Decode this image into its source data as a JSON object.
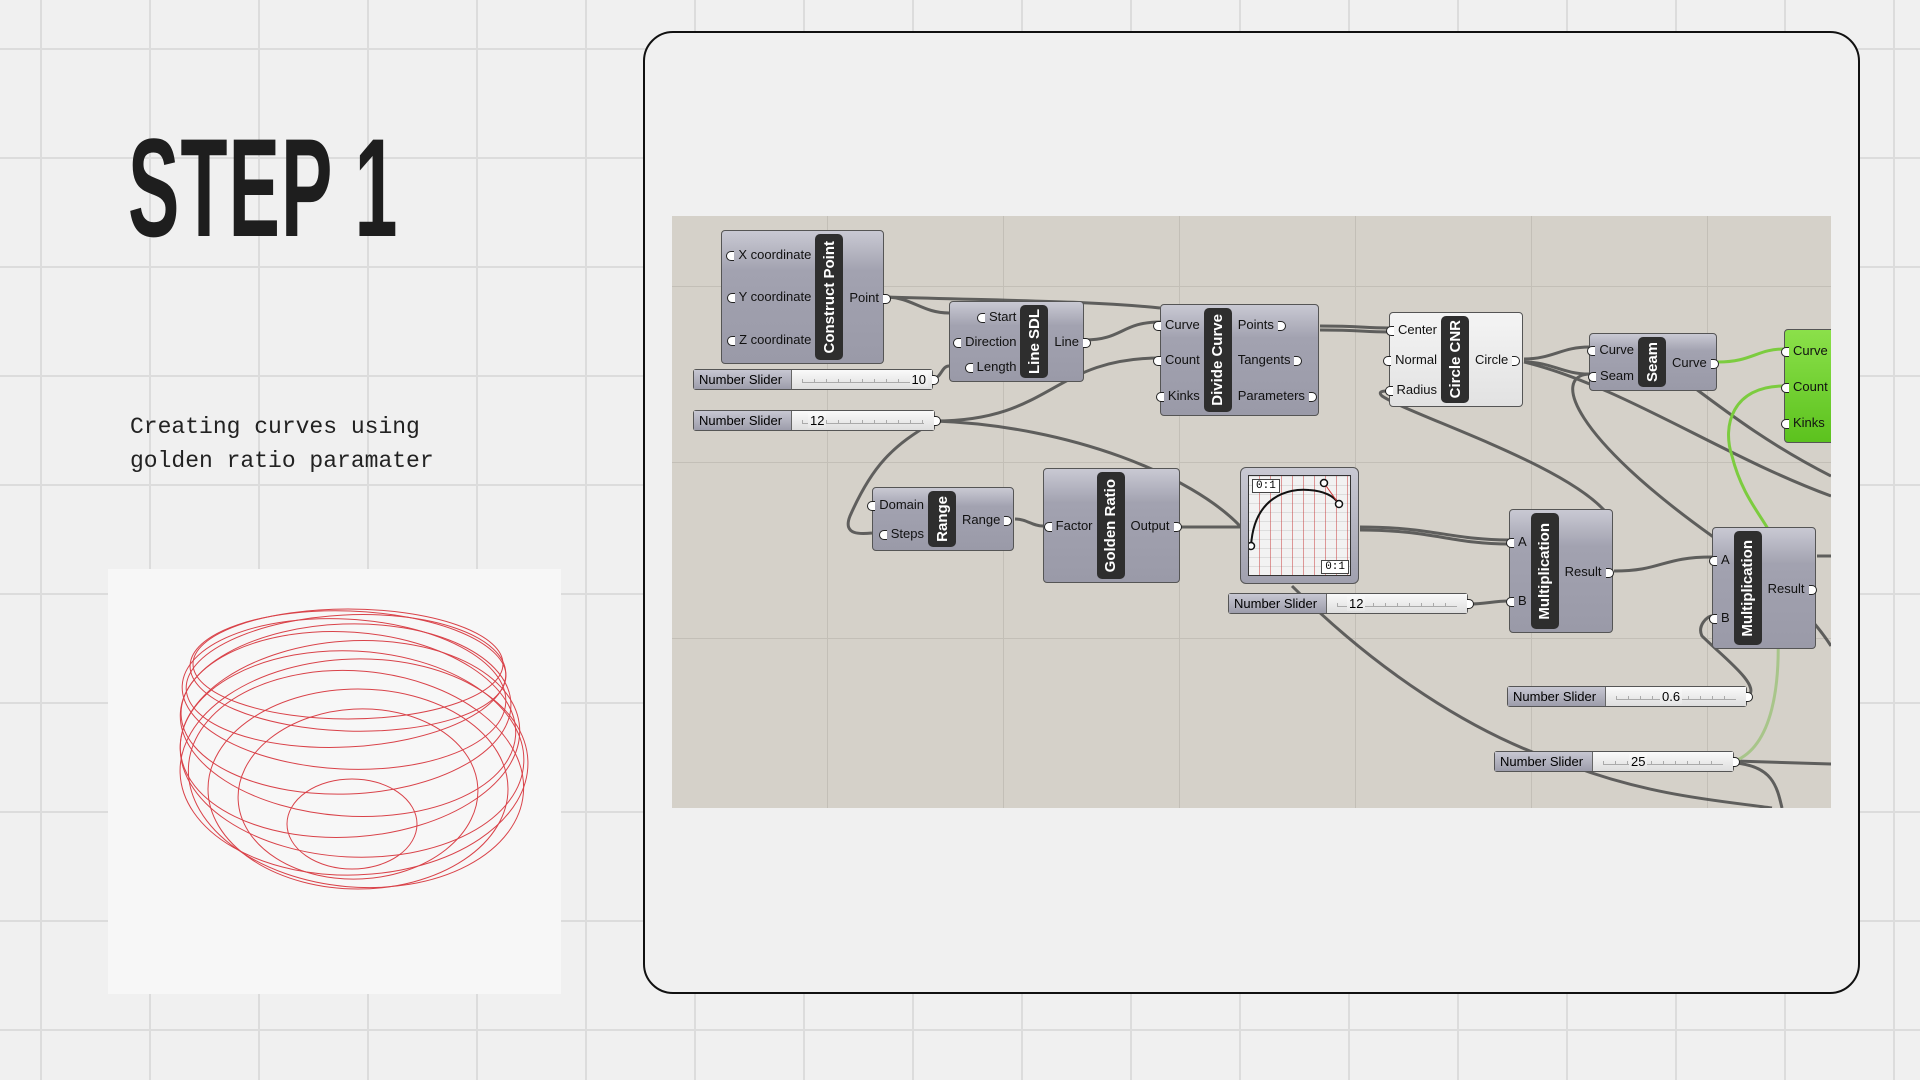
{
  "heading": "STEP 1",
  "description": [
    "Creating curves using",
    "golden ratio paramater"
  ],
  "colors": {
    "background": "#f0f0f0",
    "canvas": "#d5d1c9",
    "curve": "#d4232b",
    "green_node": "#6dd02c"
  },
  "nodes": {
    "construct_point": {
      "title": "Construct Point",
      "inputs": [
        "X coordinate",
        "Y coordinate",
        "Z coordinate"
      ],
      "outputs": [
        "Point"
      ]
    },
    "line_sdl": {
      "title": "Line SDL",
      "inputs": [
        "Start",
        "Direction",
        "Length"
      ],
      "outputs": [
        "Line"
      ]
    },
    "divide_curve": {
      "title": "Divide Curve",
      "inputs": [
        "Curve",
        "Count",
        "Kinks"
      ],
      "outputs": [
        "Points",
        "Tangents",
        "Parameters"
      ]
    },
    "circle_cnr": {
      "title": "Circle CNR",
      "inputs": [
        "Center",
        "Normal",
        "Radius"
      ],
      "outputs": [
        "Circle"
      ]
    },
    "seam": {
      "title": "Seam",
      "inputs": [
        "Curve",
        "Seam"
      ],
      "outputs": [
        "Curve"
      ]
    },
    "green": {
      "inputs": [
        "Curve",
        "Count",
        "Kinks"
      ]
    },
    "range": {
      "title": "Range",
      "inputs": [
        "Domain",
        "Steps"
      ],
      "outputs": [
        "Range"
      ]
    },
    "golden_ratio": {
      "title": "Golden Ratio",
      "inputs": [
        "Factor"
      ],
      "outputs": [
        "Output"
      ]
    },
    "mult1": {
      "title": "Multiplication",
      "inputs": [
        "A",
        "B"
      ],
      "outputs": [
        "Result"
      ]
    },
    "mult2": {
      "title": "Multiplication",
      "inputs": [
        "A",
        "B"
      ],
      "outputs": [
        "Result"
      ]
    },
    "graph_mapper": {
      "domain_x": "0:1",
      "domain_y": "0:1"
    }
  },
  "sliders": [
    {
      "label": "Number Slider",
      "value": "10"
    },
    {
      "label": "Number Slider",
      "value": "12"
    },
    {
      "label": "Number Slider",
      "value": "12"
    },
    {
      "label": "Number Slider",
      "value": "0.6"
    },
    {
      "label": "Number Slider",
      "value": "25"
    }
  ]
}
